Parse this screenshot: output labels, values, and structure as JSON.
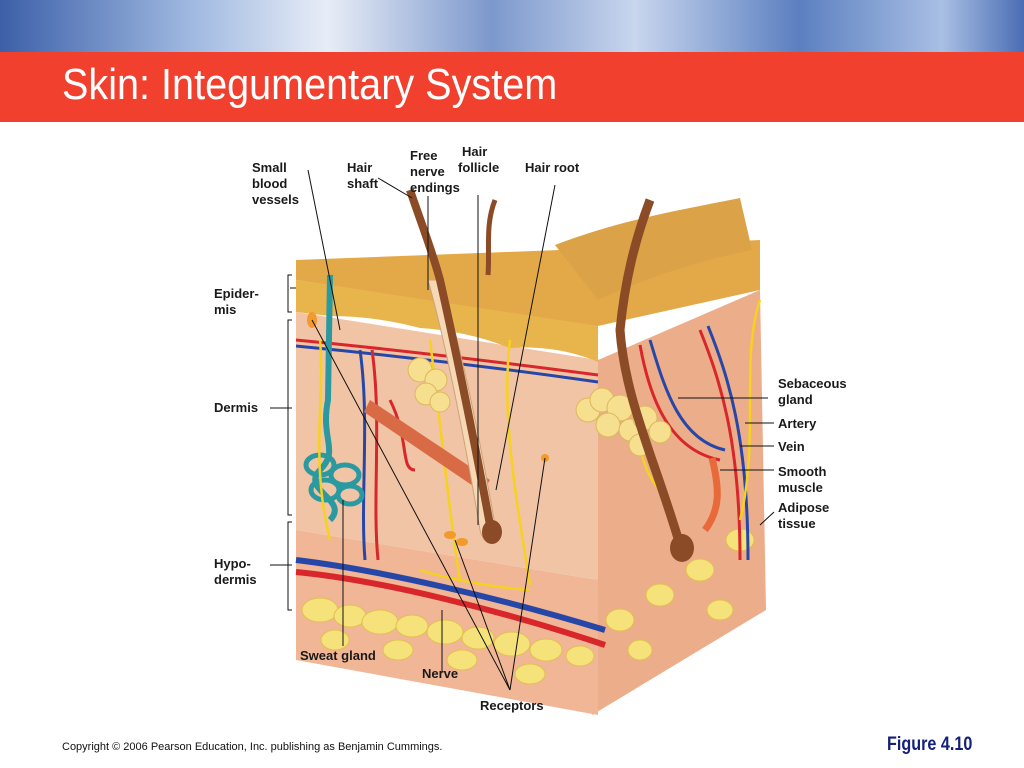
{
  "slide": {
    "title": "Skin: Integumentary System",
    "copyright": "Copyright © 2006 Pearson Education, Inc. publishing as Benjamin Cummings.",
    "figure_number": "Figure 4.10"
  },
  "diagram": {
    "labels": {
      "small_blood_vessels": [
        "Small",
        "blood",
        "vessels"
      ],
      "hair_shaft": [
        "Hair",
        "shaft"
      ],
      "free_nerve_endings": [
        "Free",
        "nerve",
        "endings"
      ],
      "hair_follicle": [
        "Hair",
        "follicle"
      ],
      "hair_root": [
        "Hair root"
      ],
      "epidermis": [
        "Epider-",
        "mis"
      ],
      "dermis": [
        "Dermis"
      ],
      "hypodermis": [
        "Hypo-",
        "dermis"
      ],
      "sebaceous_gland": [
        "Sebaceous",
        "gland"
      ],
      "artery": [
        "Artery"
      ],
      "vein": [
        "Vein"
      ],
      "smooth_muscle": [
        "Smooth",
        "muscle"
      ],
      "adipose_tissue": [
        "Adipose",
        "tissue"
      ],
      "sweat_gland": [
        "Sweat gland"
      ],
      "nerve": [
        "Nerve"
      ],
      "receptors": [
        "Receptors"
      ]
    }
  },
  "colors": {
    "title_bar": "#f2402e",
    "epidermis": "#e8b54d",
    "dermis": "#f2c4a6",
    "hypodermis": "#f0b696",
    "fat": "#f6e27a",
    "artery": "#d8262a",
    "vein": "#2747a8",
    "nerve": "#f4d21e",
    "hair": "#8a4b26",
    "sweat_gland": "#2b9aa0",
    "figure_number": "#14207a"
  }
}
